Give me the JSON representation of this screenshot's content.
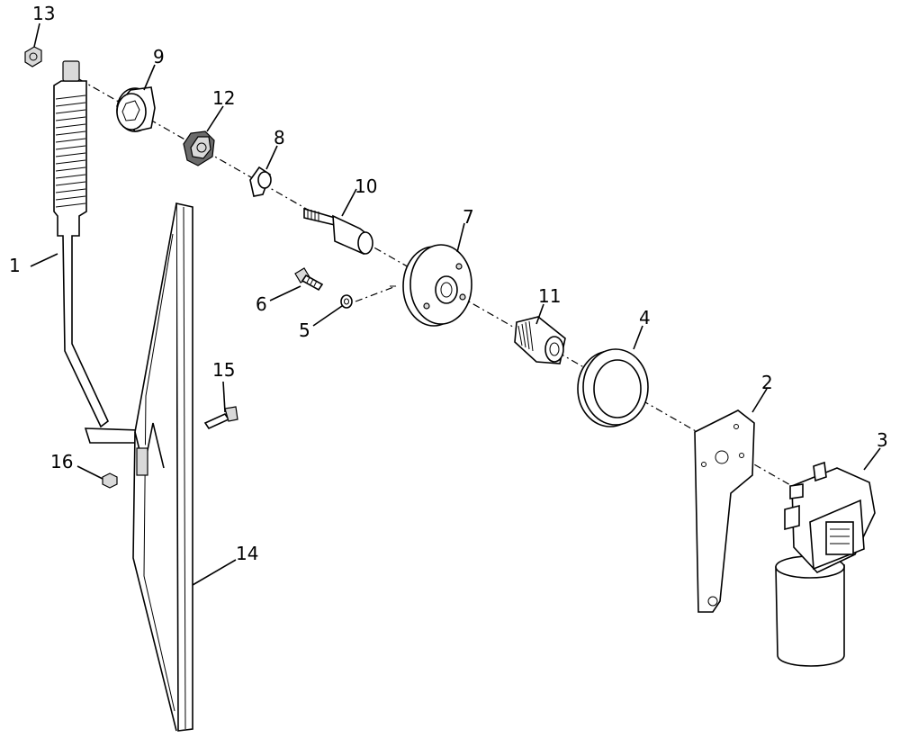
{
  "labels": {
    "p1": "1",
    "p2": "2",
    "p3": "3",
    "p4": "4",
    "p5": "5",
    "p6": "6",
    "p7": "7",
    "p8": "8",
    "p9": "9",
    "p10": "10",
    "p11": "11",
    "p12": "12",
    "p13": "13",
    "p14": "14",
    "p15": "15",
    "p16": "16"
  }
}
